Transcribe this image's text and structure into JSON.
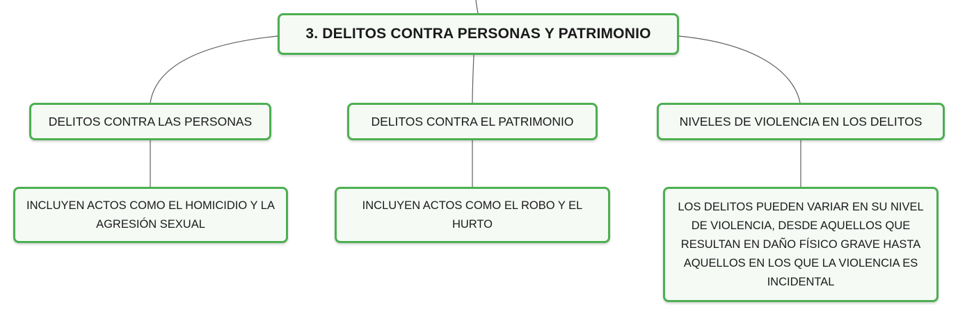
{
  "diagram": {
    "root": {
      "label": "3. DELITOS CONTRA PERSONAS Y PATRIMONIO"
    },
    "branches": [
      {
        "label": "DELITOS CONTRA LAS PERSONAS",
        "child": "INCLUYEN ACTOS COMO EL HOMICIDIO Y LA AGRESIÓN SEXUAL"
      },
      {
        "label": "DELITOS CONTRA EL PATRIMONIO",
        "child": "INCLUYEN ACTOS COMO EL ROBO Y EL HURTO"
      },
      {
        "label": "NIVELES DE VIOLENCIA EN LOS DELITOS",
        "child": "LOS DELITOS PUEDEN VARIAR EN SU NIVEL DE VIOLENCIA, DESDE AQUELLOS QUE RESULTAN EN DAÑO FÍSICO GRAVE HASTA AQUELLOS EN LOS QUE LA VIOLENCIA ES INCIDENTAL"
      }
    ],
    "colors": {
      "node_border": "#4caf50",
      "node_fill": "#f5faf5",
      "connector": "#5f5f5f",
      "text": "#1a1a1a"
    }
  }
}
